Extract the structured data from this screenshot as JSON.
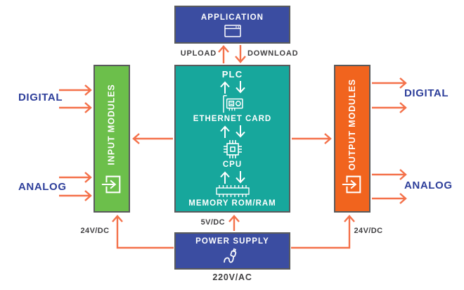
{
  "application": {
    "label": "APPLICATION"
  },
  "transfer": {
    "upload_label": "UPLOAD",
    "download_label": "DOWNLOAD"
  },
  "plc": {
    "title": "PLC",
    "ethernet_label": "ETHERNET CARD",
    "cpu_label": "CPU",
    "memory_label": "MEMORY ROM/RAM"
  },
  "input_modules": {
    "label": "INPUT MODULES"
  },
  "output_modules": {
    "label": "OUTPUT MODULES"
  },
  "left": {
    "digital": "DIGITAL",
    "analog": "ANALOG"
  },
  "right": {
    "digital": "DIGITAL",
    "analog": "ANALOG"
  },
  "power": {
    "label": "POWER SUPPLY",
    "out_left": "24V/DC",
    "out_center": "5V/DC",
    "out_right": "24V/DC",
    "input": "220V/AC"
  },
  "icons": {
    "application": "browser-window-icon",
    "ethernet": "network-card-icon",
    "cpu": "chip-icon",
    "memory": "ram-stick-icon",
    "input_modules": "enter-box-icon",
    "output_modules": "enter-box-icon",
    "power": "plug-icon"
  },
  "colors": {
    "blue": "#3b4da1",
    "teal": "#17a79c",
    "green": "#6cbf4b",
    "orange_box": "#f1641e",
    "arrow_orange": "#f4714a",
    "navy_text": "#2d3e9a",
    "dark_text": "#414042",
    "border_gray": "#595a5c",
    "background": "#ffffff"
  }
}
